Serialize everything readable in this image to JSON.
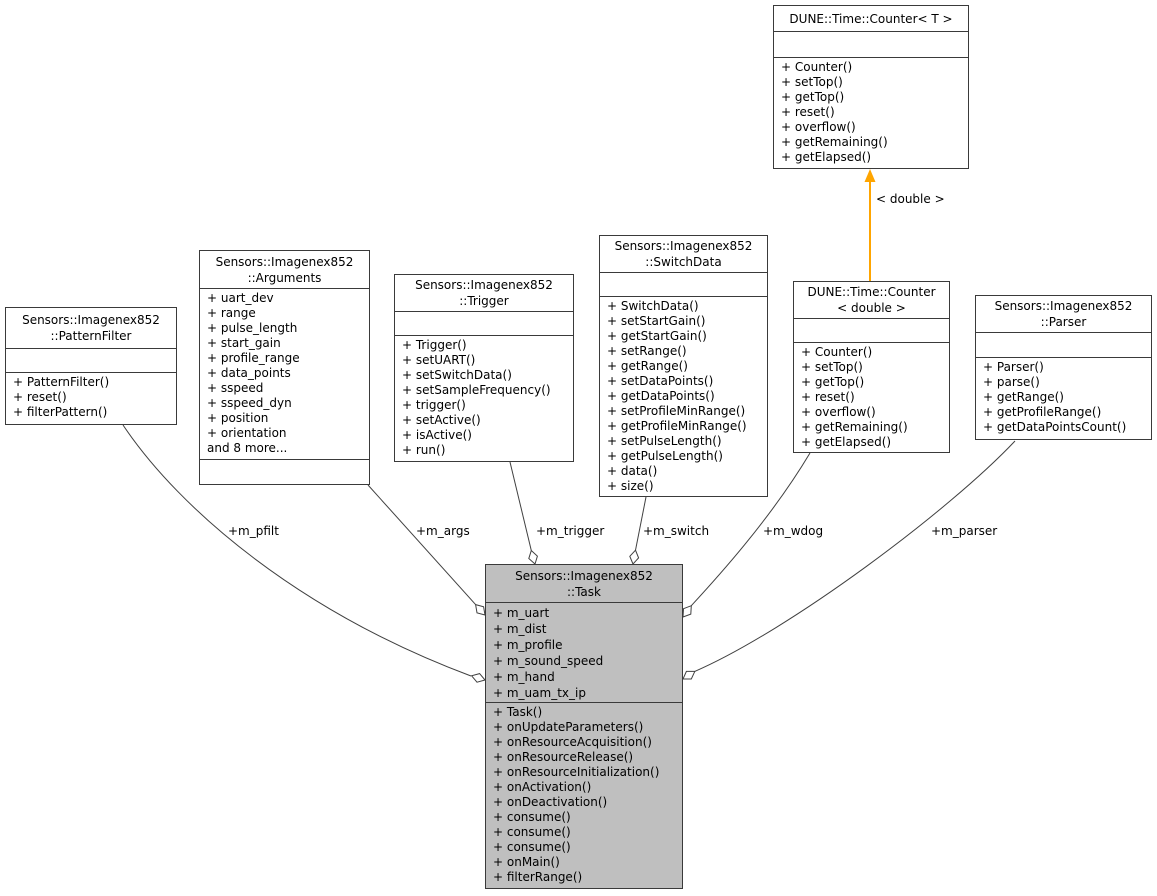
{
  "diagram": {
    "kind": "uml-collaboration-diagram",
    "background_color": "#ffffff",
    "edge_color": "#404040",
    "box_border_color": "#3a3a3a",
    "box_fill_color": "#ffffff",
    "highlight_fill_color": "#bfbfbf",
    "template_arrow_color": "#ffa500"
  },
  "classes": {
    "counter_t": {
      "title": "DUNE::Time::Counter< T >",
      "methods": [
        "+ Counter()",
        "+ setTop()",
        "+ getTop()",
        "+ reset()",
        "+ overflow()",
        "+ getRemaining()",
        "+ getElapsed()"
      ]
    },
    "pattern_filter": {
      "title": "Sensors::Imagenex852\n::PatternFilter",
      "methods": [
        "+ PatternFilter()",
        "+ reset()",
        "+ filterPattern()"
      ]
    },
    "arguments": {
      "title": "Sensors::Imagenex852\n::Arguments",
      "attributes": [
        "+ uart_dev",
        "+ range",
        "+ pulse_length",
        "+ start_gain",
        "+ profile_range",
        "+ data_points",
        "+ sspeed",
        "+ sspeed_dyn",
        "+ position",
        "+ orientation",
        "and 8 more..."
      ]
    },
    "trigger": {
      "title": "Sensors::Imagenex852\n::Trigger",
      "methods": [
        "+ Trigger()",
        "+ setUART()",
        "+ setSwitchData()",
        "+ setSampleFrequency()",
        "+ trigger()",
        "+ setActive()",
        "+ isActive()",
        "+ run()"
      ]
    },
    "switch_data": {
      "title": "Sensors::Imagenex852\n::SwitchData",
      "methods": [
        "+ SwitchData()",
        "+ setStartGain()",
        "+ getStartGain()",
        "+ setRange()",
        "+ getRange()",
        "+ setDataPoints()",
        "+ getDataPoints()",
        "+ setProfileMinRange()",
        "+ getProfileMinRange()",
        "+ setPulseLength()",
        "+ getPulseLength()",
        "+ data()",
        "+ size()"
      ]
    },
    "counter_double": {
      "title": "DUNE::Time::Counter\n< double >",
      "methods": [
        "+ Counter()",
        "+ setTop()",
        "+ getTop()",
        "+ reset()",
        "+ overflow()",
        "+ getRemaining()",
        "+ getElapsed()"
      ]
    },
    "parser": {
      "title": "Sensors::Imagenex852\n::Parser",
      "methods": [
        "+ Parser()",
        "+ parse()",
        "+ getRange()",
        "+ getProfileRange()",
        "+ getDataPointsCount()"
      ]
    },
    "task": {
      "title": "Sensors::Imagenex852\n::Task",
      "attributes": [
        "+ m_uart",
        "+ m_dist",
        "+ m_profile",
        "+ m_sound_speed",
        "+ m_hand",
        "+ m_uam_tx_ip"
      ],
      "methods": [
        "+ Task()",
        "+ onUpdateParameters()",
        "+ onResourceAcquisition()",
        "+ onResourceRelease()",
        "+ onResourceInitialization()",
        "+ onActivation()",
        "+ onDeactivation()",
        "+ consume()",
        "+ consume()",
        "+ consume()",
        "+ onMain()",
        "+ filterRange()"
      ]
    }
  },
  "edges": {
    "m_pfilt": {
      "label": "+m_pfilt"
    },
    "m_args": {
      "label": "+m_args"
    },
    "m_trigger": {
      "label": "+m_trigger"
    },
    "m_switch": {
      "label": "+m_switch"
    },
    "m_wdog": {
      "label": "+m_wdog"
    },
    "m_parser": {
      "label": "+m_parser"
    },
    "template_instance": {
      "label": "< double >"
    }
  }
}
